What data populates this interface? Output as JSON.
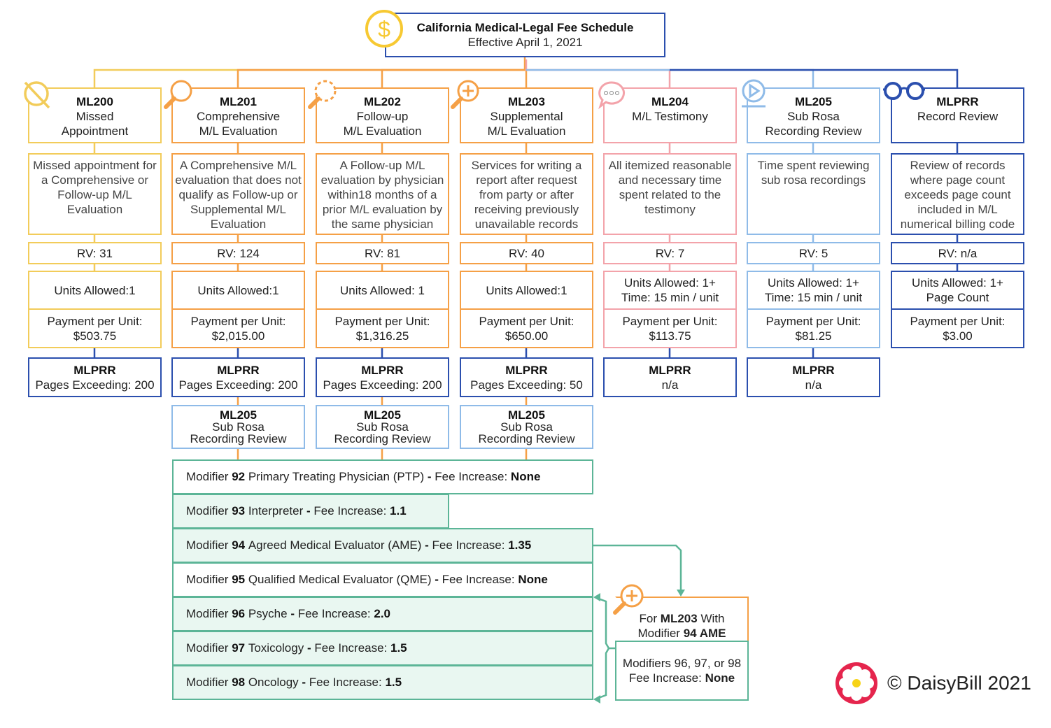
{
  "title": {
    "line1": "California Medical-Legal Fee Schedule",
    "line2": "Effective April 1, 2021",
    "icon": "dollar-coin-icon"
  },
  "colors": {
    "gold": "#f2cc5a",
    "orange": "#f5a046",
    "pink": "#f3a3aa",
    "lightblue": "#8fbbe8",
    "darkblue": "#2b4fae",
    "green": "#5cb597",
    "greenfill": "#e9f7f1"
  },
  "columns": [
    {
      "code": "ML200",
      "name": "Missed\nAppointment",
      "icon": "no-entry-icon",
      "color": "#f2cc5a",
      "description": "Missed appointment for a Comprehensive or Follow-up M/L Evaluation",
      "rv": "RV: 31",
      "units": "Units Allowed:1",
      "payment_label": "Payment per Unit:",
      "payment": "$503.75",
      "mlprr": {
        "title": "MLPRR",
        "value": "Pages Exceeding: 200"
      }
    },
    {
      "code": "ML201",
      "name": "Comprehensive\nM/L Evaluation",
      "icon": "magnifier-icon",
      "color": "#f5a046",
      "description": "A Comprehensive M/L evaluation that does not qualify as Follow-up or Supplemental M/L Evaluation",
      "rv": "RV: 124",
      "units": "Units Allowed:1",
      "payment_label": "Payment per Unit:",
      "payment": "$2,015.00",
      "mlprr": {
        "title": "MLPRR",
        "value": "Pages Exceeding: 200"
      },
      "ml205": {
        "title": "ML205",
        "line1": "Sub Rosa",
        "line2": "Recording Review"
      }
    },
    {
      "code": "ML202",
      "name": "Follow-up\nM/L Evaluation",
      "icon": "refresh-magnifier-icon",
      "color": "#f5a046",
      "description": "A Follow-up M/L evaluation by physician within18 months of a prior M/L evaluation by the same physician",
      "rv": "RV: 81",
      "units": "Units Allowed: 1",
      "payment_label": "Payment per Unit:",
      "payment": "$1,316.25",
      "mlprr": {
        "title": "MLPRR",
        "value": "Pages Exceeding: 200"
      },
      "ml205": {
        "title": "ML205",
        "line1": "Sub Rosa",
        "line2": "Recording Review"
      }
    },
    {
      "code": "ML203",
      "name": "Supplemental\nM/L Evaluation",
      "icon": "zoom-plus-icon",
      "color": "#f5a046",
      "description": "Services for writing a report after request from party or after receiving previously unavailable records",
      "rv": "RV: 40",
      "units": "Units Allowed:1",
      "payment_label": "Payment per Unit:",
      "payment": "$650.00",
      "mlprr": {
        "title": "MLPRR",
        "value": "Pages Exceeding: 50"
      },
      "ml205": {
        "title": "ML205",
        "line1": "Sub Rosa",
        "line2": "Recording Review"
      }
    },
    {
      "code": "ML204",
      "name": "M/L Testimony",
      "icon": "speech-bubble-icon",
      "color": "#f3a3aa",
      "description": "All itemized reasonable and necessary time spent related to the testimony",
      "rv": "RV: 7",
      "units": "Units Allowed:  1+\nTime: 15 min / unit",
      "payment_label": "Payment per Unit:",
      "payment": "$113.75",
      "mlprr": {
        "title": "MLPRR",
        "value": "n/a"
      }
    },
    {
      "code": "ML205",
      "name": "Sub Rosa\nRecording Review",
      "icon": "play-icon",
      "color": "#8fbbe8",
      "description": "Time spent reviewing sub rosa recordings",
      "rv": "RV: 5",
      "units": "Units Allowed: 1+\nTime: 15 min / unit",
      "payment_label": "Payment per Unit:",
      "payment": "$81.25",
      "mlprr": {
        "title": "MLPRR",
        "value": "n/a"
      }
    },
    {
      "code": "MLPRR",
      "name": "Record Review",
      "icon": "glasses-icon",
      "color": "#2b4fae",
      "description": "Review of records where page count exceeds page count included in M/L numerical billing code",
      "rv": "RV: n/a",
      "units": "Units Allowed: 1+\nPage Count",
      "payment_label": "Payment per Unit:",
      "payment": "$3.00"
    }
  ],
  "modifiers": [
    {
      "prefix": "Modifier",
      "num": "92",
      "name": "Primary Treating Physician (PTP)",
      "sep": "-",
      "fee_label": "Fee Increase:",
      "fee": "None",
      "filled": false,
      "short": false
    },
    {
      "prefix": "Modifier",
      "num": "93",
      "name": "Interpreter",
      "sep": "-",
      "fee_label": "Fee Increase:",
      "fee": "1.1",
      "filled": true,
      "short": true
    },
    {
      "prefix": "Modifier",
      "num": "94",
      "name": "Agreed Medical Evaluator (AME)",
      "sep": "-",
      "fee_label": "Fee Increase:",
      "fee": "1.35",
      "filled": true,
      "short": false
    },
    {
      "prefix": "Modifier",
      "num": "95",
      "name": "Qualified Medical Evaluator (QME)",
      "sep": "-",
      "fee_label": "Fee Increase:",
      "fee": "None",
      "filled": false,
      "short": false
    },
    {
      "prefix": "Modifier",
      "num": "96",
      "name": "Psyche",
      "sep": "-",
      "fee_label": "Fee Increase:",
      "fee": "2.0",
      "filled": true,
      "short": false
    },
    {
      "prefix": "Modifier",
      "num": "97",
      "name": "Toxicology",
      "sep": "-",
      "fee_label": "Fee Increase:",
      "fee": "1.5",
      "filled": true,
      "short": false
    },
    {
      "prefix": "Modifier",
      "num": "98",
      "name": "Oncology",
      "sep": "-",
      "fee_label": "Fee Increase:",
      "fee": "1.5",
      "filled": true,
      "short": false
    }
  ],
  "special": {
    "for": "For",
    "code": "ML203",
    "with": "With",
    "modifier": "Modifier",
    "mod_code": "94 AME",
    "body1": "Modifiers 96, 97, or 98",
    "fee_label": "Fee Increase:",
    "fee": "None",
    "icon": "zoom-plus-icon"
  },
  "footer": {
    "copyright": "© DaisyBill 2021",
    "logo": "daisy-flower-icon"
  }
}
